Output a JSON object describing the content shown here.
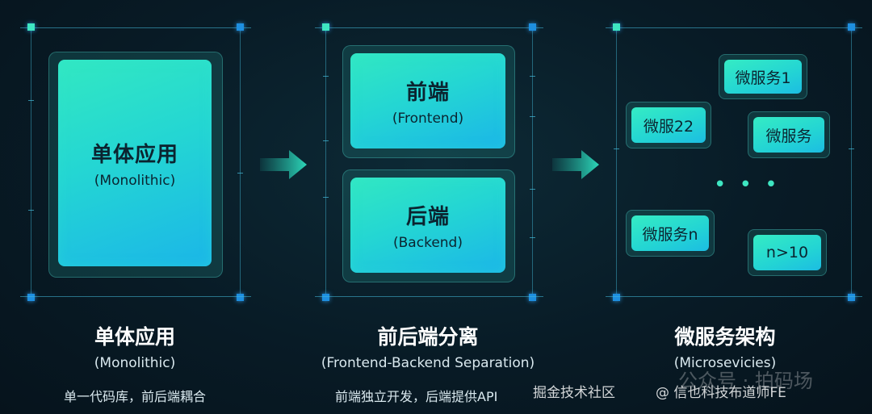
{
  "monolithic": {
    "box_title": "单体应用",
    "box_sub": "(Monolithic)",
    "caption_title": "单体应用",
    "caption_sub": "(Monolithic)",
    "caption_desc": "单一代码库，前后端耦合"
  },
  "separation": {
    "frontend_title": "前端",
    "frontend_sub": "(Frontend)",
    "backend_title": "后端",
    "backend_sub": "(Backend)",
    "caption_title": "前后端分离",
    "caption_sub": "(Frontend-Backend Separation)",
    "caption_desc": "前端独立开发，后端提供API"
  },
  "microservices": {
    "chips": [
      "微服务1",
      "微服22",
      "微服务",
      "微服务n",
      "n>10"
    ],
    "ellipsis": "• • •",
    "caption_title": "微服务架构",
    "caption_sub": "(Microsevicies)"
  },
  "watermark": {
    "left": "掘金技术社区",
    "right": "@ 信也科技布道师FE",
    "faint": "公众号 · 拍码场"
  },
  "colors": {
    "accent": "#32e8c2",
    "box_gradient_end": "#1bb6e8",
    "frame_line": "#44bcdc",
    "corner": "#1e8fe0",
    "background": "#081b26"
  }
}
